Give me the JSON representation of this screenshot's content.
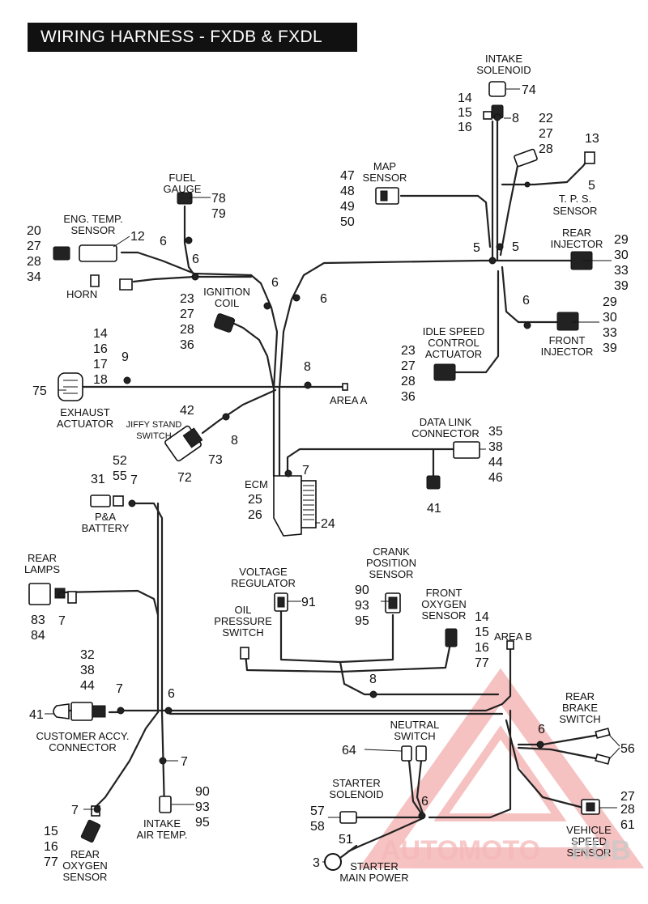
{
  "title": "WIRING HARNESS - FXDB & FXDL",
  "callouts": {
    "intake_solenoid": "INTAKE SOLENOID",
    "n74": "74",
    "n14a": "14",
    "n15a": "15",
    "n16a": "16",
    "n8a": "8",
    "n22": "22",
    "n27a": "27",
    "n28a": "28",
    "n13": "13",
    "n5a": "5",
    "tps": "T. P. S. SENSOR",
    "map_sensor": "MAP SENSOR",
    "n47": "47",
    "n48": "48",
    "n49": "49",
    "n50": "50",
    "fuel_gauge": "FUEL GAUGE",
    "n78": "78",
    "n79": "79",
    "eng_temp": "ENG. TEMP. SENSOR",
    "n12": "12",
    "n20": "20",
    "n27b": "27",
    "n28b": "28",
    "n34": "34",
    "n6a": "6",
    "n6b": "6",
    "horn": "HORN",
    "n5b": "5",
    "n5c": "5",
    "rear_injector": "REAR INJECTOR",
    "n29a": "29",
    "n30a": "30",
    "n33a": "33",
    "n39a": "39",
    "n6c": "6",
    "n6d": "6",
    "ignition_coil": "IGNITION COIL",
    "n23a": "23",
    "n27c": "27",
    "n28c": "28",
    "n36a": "36",
    "n6e": "6",
    "front_injector": "FRONT INJECTOR",
    "n29b": "29",
    "n30b": "30",
    "n33b": "33",
    "n39b": "39",
    "idle_speed": "IDLE SPEED CONTROL ACTUATOR",
    "n23b": "23",
    "n27d": "27",
    "n28d": "28",
    "n36b": "36",
    "n14b": "14",
    "n16b": "16",
    "n17": "17",
    "n18": "18",
    "n9": "9",
    "n75": "75",
    "n8b": "8",
    "exhaust_actuator": "EXHAUST ACTUATOR",
    "area_a": "AREA A",
    "n42": "42",
    "jiffy": "JIFFY STAND SWITCH",
    "n8c": "8",
    "n73": "73",
    "n72": "72",
    "data_link": "DATA LINK CONNECTOR",
    "n35": "35",
    "n38a": "38",
    "n44a": "44",
    "n46": "46",
    "n41a": "41",
    "n52": "52",
    "n55": "55",
    "n31": "31",
    "n7a": "7",
    "pa_battery": "P&A BATTERY",
    "ecm": "ECM",
    "n7b": "7",
    "n25": "25",
    "n26": "26",
    "n24": "24",
    "rear_lamps": "REAR LAMPS",
    "n83": "83",
    "n84": "84",
    "n7c": "7",
    "voltage_reg": "VOLTAGE REGULATOR",
    "n91": "91",
    "crank": "CRANK POSITION SENSOR",
    "n90a": "90",
    "n93a": "93",
    "n95a": "95",
    "front_o2": "FRONT OXYGEN SENSOR",
    "n14c": "14",
    "n15b": "15",
    "n16c": "16",
    "n77a": "77",
    "area_b": "AREA B",
    "oil_pressure": "OIL PRESSURE SWITCH",
    "n8d": "8",
    "n32": "32",
    "n38b": "38",
    "n44b": "44",
    "n7d": "7",
    "n6f": "6",
    "n41b": "41",
    "cust_acc": "CUSTOMER ACCY. CONNECTOR",
    "n7e": "7",
    "rear_brake": "REAR BRAKE SWITCH",
    "n6g": "6",
    "n56": "56",
    "neutral": "NEUTRAL SWITCH",
    "n64": "64",
    "n90b": "90",
    "n93b": "93",
    "n95b": "95",
    "intake_air": "INTAKE AIR TEMP.",
    "starter_sol": "STARTER SOLENOID",
    "n57": "57",
    "n58": "58",
    "n6h": "6",
    "n27e": "27",
    "n28e": "28",
    "n61": "61",
    "vss": "VEHICLE SPEED SENSOR",
    "n7f": "7",
    "n15c": "15",
    "n16d": "16",
    "n77b": "77",
    "rear_o2": "REAR OXYGEN SENSOR",
    "n51": "51",
    "n3": "3",
    "starter_main": "STARTER MAIN POWER"
  },
  "watermark": {
    "text_a": "AUTOMOTO",
    "text_b": "HUB",
    "color_a": "#f5b8b8",
    "color_b": "#c8c8c8"
  }
}
